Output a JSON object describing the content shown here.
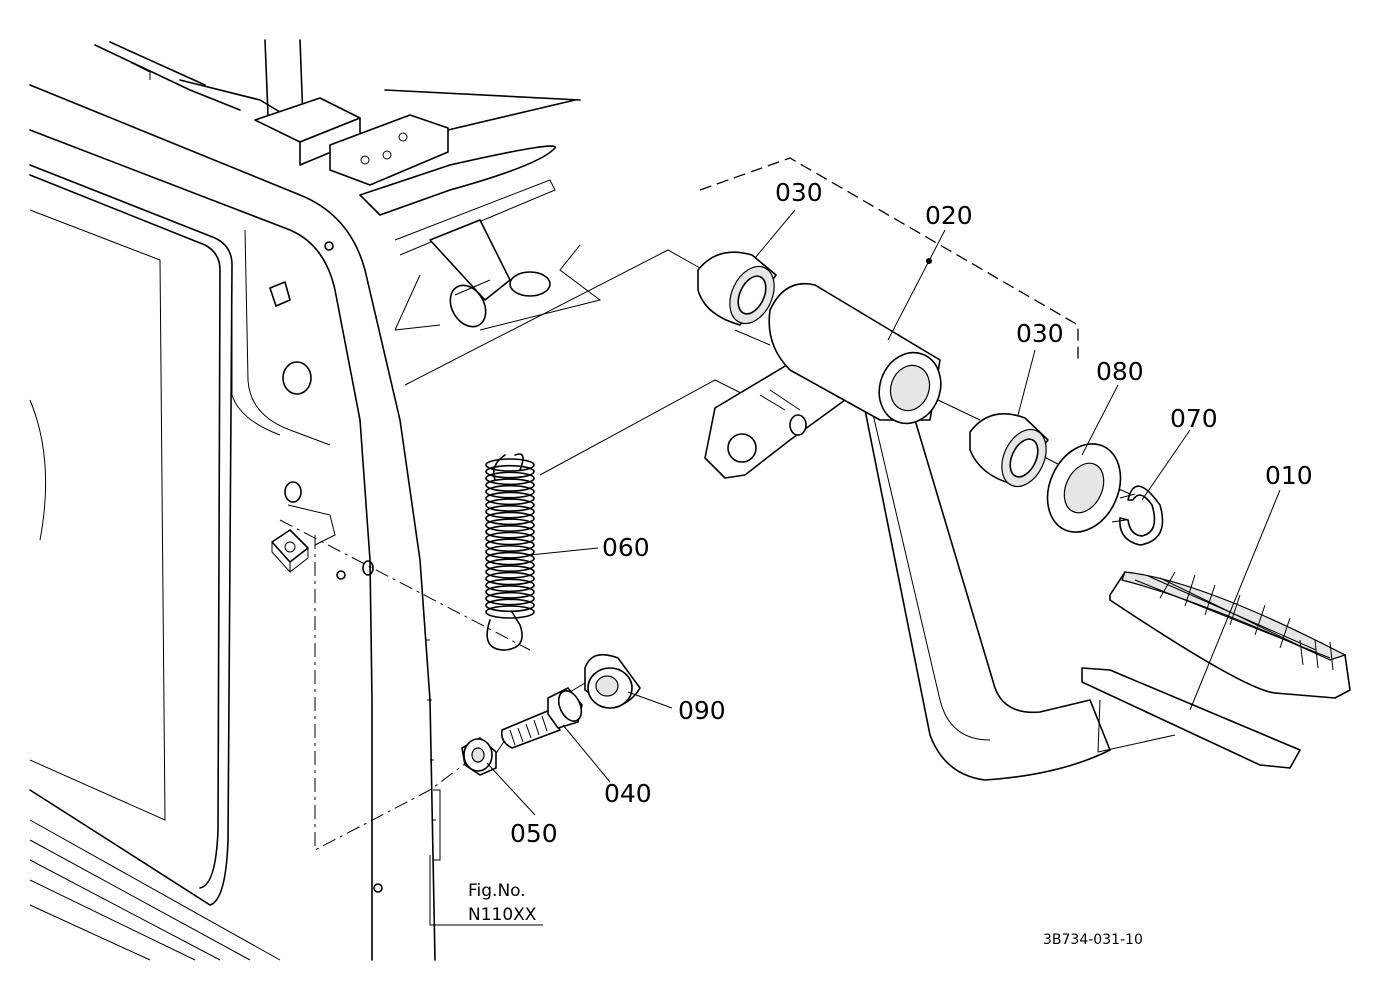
{
  "callouts": {
    "p010": "010",
    "p020": "020",
    "p030a": "030",
    "p030b": "030",
    "p040": "040",
    "p050": "050",
    "p060": "060",
    "p070": "070",
    "p080": "080",
    "p090": "090"
  },
  "figure": {
    "label": "Fig.No.",
    "number": "N110XX"
  },
  "drawing_code": "3B734-031-10"
}
